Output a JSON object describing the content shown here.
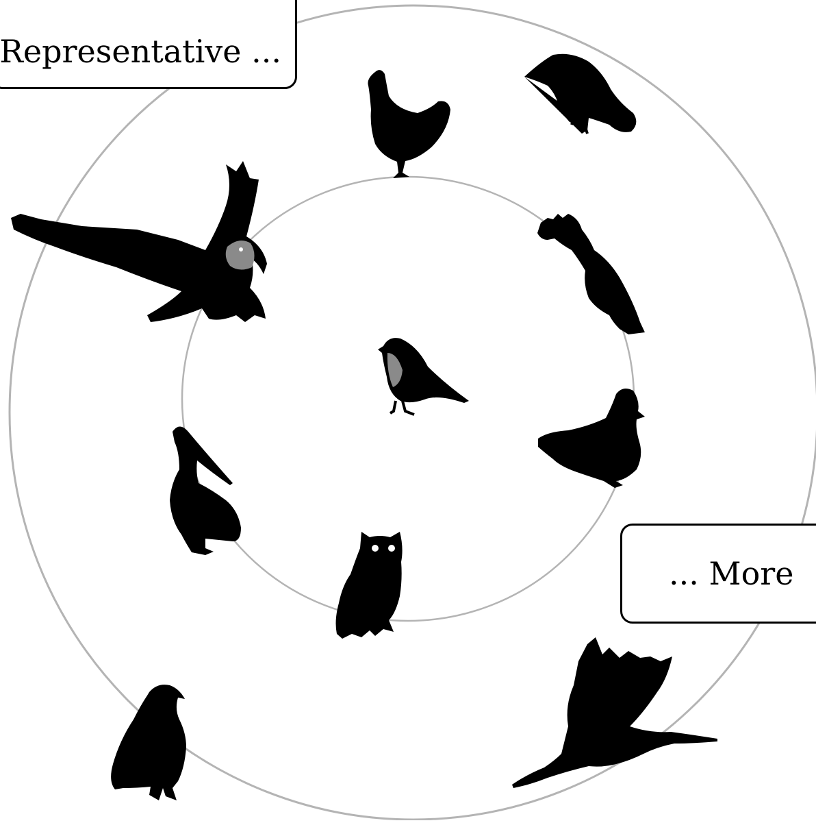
{
  "diagram": {
    "labels": {
      "top_left": "Representative ...",
      "right": "... More"
    },
    "rings": [
      "inner-ring",
      "outer-ring"
    ],
    "center_bird": "songbird",
    "inner_ring_birds": [
      "chicken",
      "cockatoo",
      "duck",
      "owl",
      "pelican",
      "eagle"
    ],
    "outer_ring_birds": [
      "crow",
      "heron",
      "vulture"
    ],
    "colors": {
      "ring": "#b4b4b4",
      "silhouette": "#000000",
      "accent_gray": "#8a8a8a",
      "box_border": "#000000"
    }
  }
}
